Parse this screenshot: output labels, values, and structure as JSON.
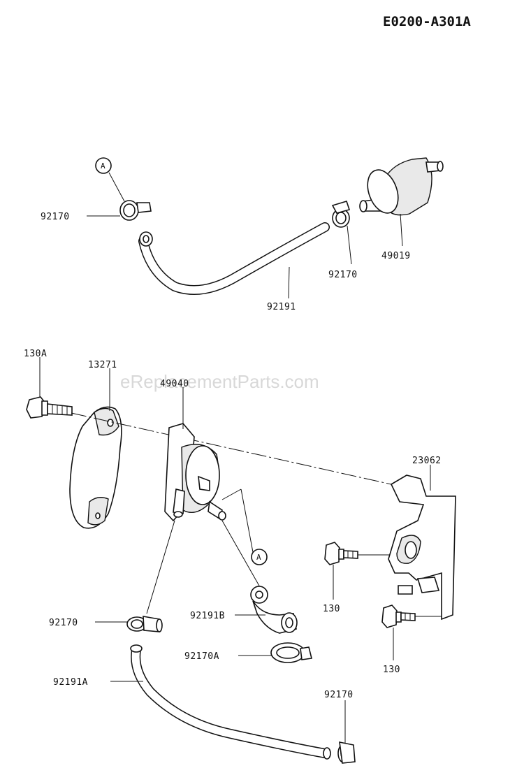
{
  "diagram_code": "E0200-A301A",
  "watermark": "eReplacementParts.com",
  "callout_marker": "A",
  "labels": {
    "clamp_top_left": "92170",
    "fuel_filter": "49019",
    "clamp_filter": "92170",
    "hose_top": "92191",
    "bolt_left": "130A",
    "bracket_left": "13271",
    "fuel_pump": "49040",
    "bracket_right": "23062",
    "bolt_upper": "130",
    "bolt_lower": "130",
    "clamp_pump": "92170",
    "hose_b": "92191B",
    "clamp_a": "92170A",
    "hose_a": "92191A",
    "clamp_bottom": "92170"
  }
}
